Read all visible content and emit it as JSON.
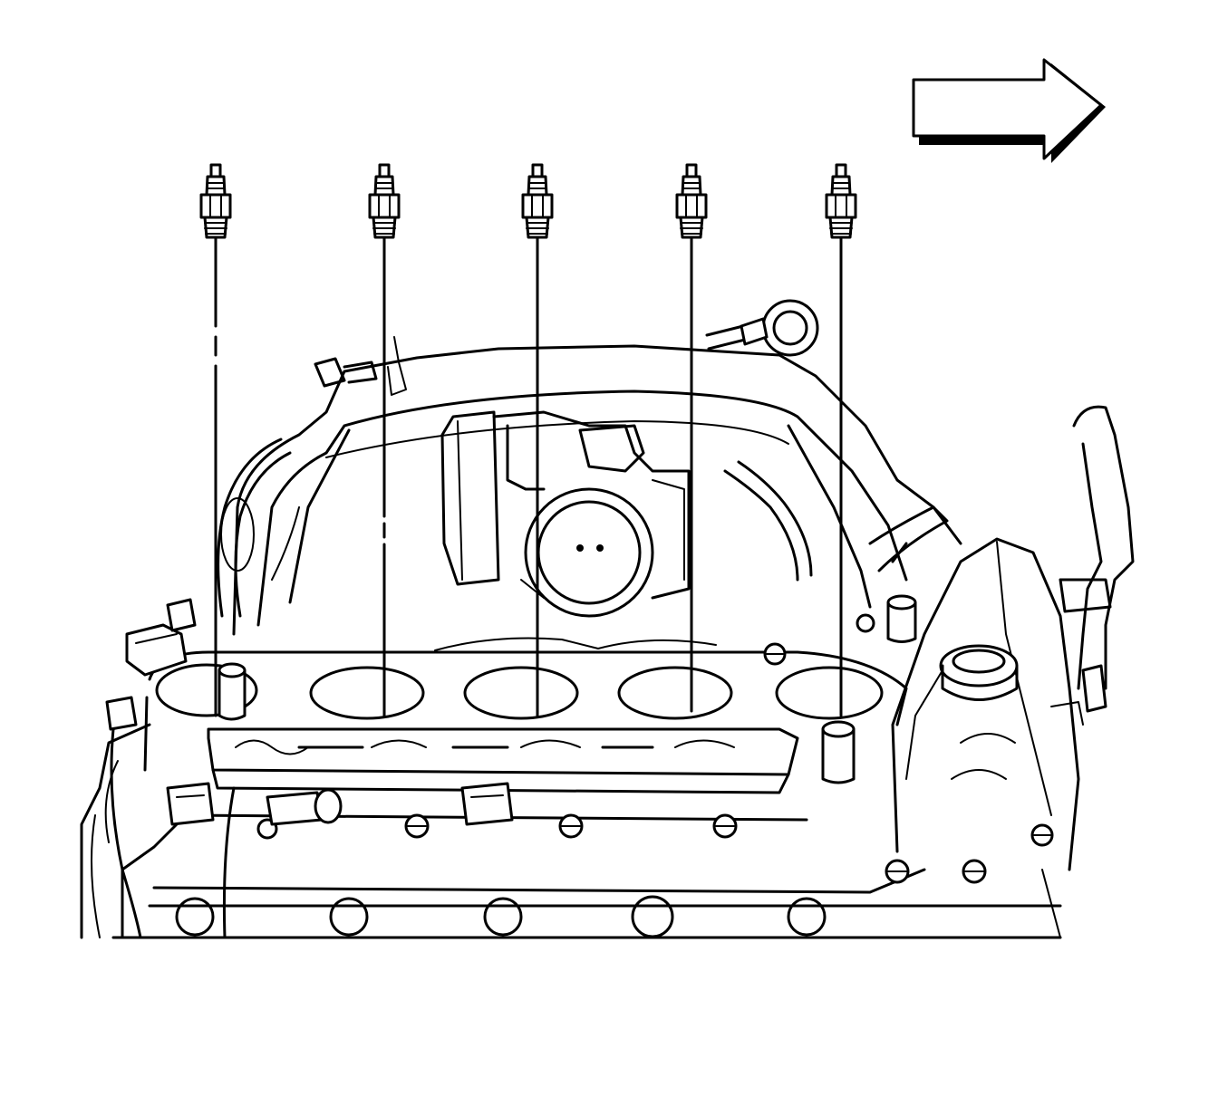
{
  "diagram": {
    "colors": {
      "ink": "#000000",
      "paper": "#ffffff"
    },
    "direction_arrow": {
      "icon": "right-arrow-icon"
    },
    "spark_plugs": {
      "count": 5,
      "icon": "spark-plug-icon"
    },
    "parts": [
      "engine-block",
      "intake-manifold",
      "throttle-body",
      "cylinder-head-gasket",
      "oil-filler-cap",
      "oil-level-dipstick",
      "electrical-connectors",
      "mounting-bolts"
    ]
  }
}
